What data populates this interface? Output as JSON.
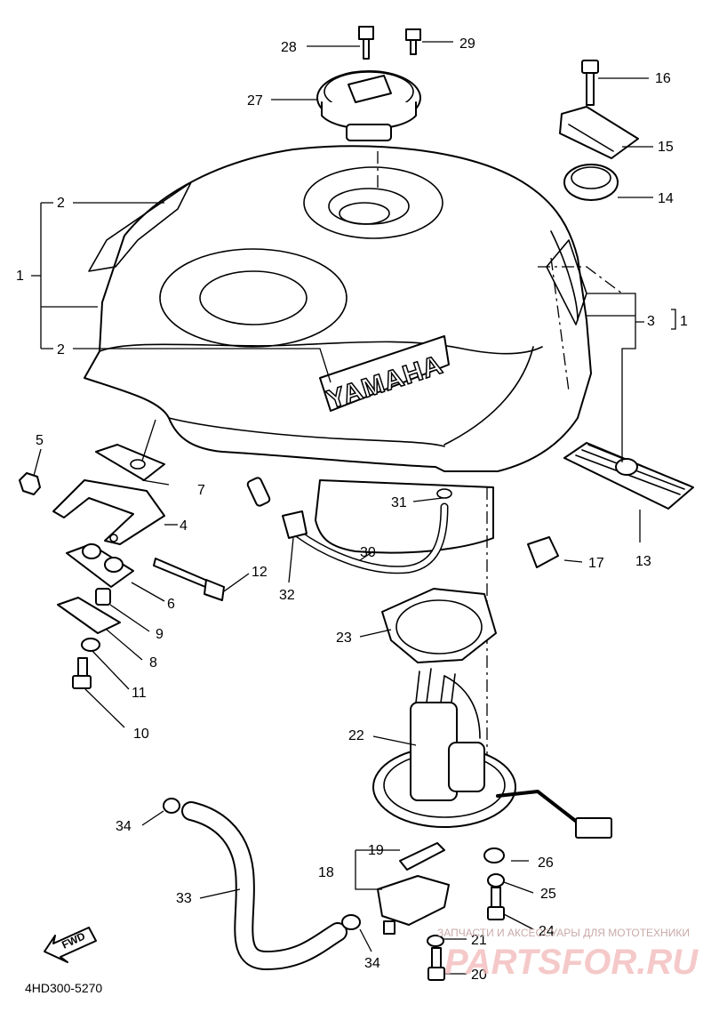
{
  "diagram": {
    "code": "4HD300-5270",
    "tank_emblem": "YAMAHA",
    "forward_arrow": "FWD",
    "callouts": {
      "c1a": "1",
      "c1b": "1",
      "c2a": "2",
      "c2b": "2",
      "c3": "3",
      "c4": "4",
      "c5": "5",
      "c6": "6",
      "c7": "7",
      "c8": "8",
      "c9": "9",
      "c10": "10",
      "c11": "11",
      "c12": "12",
      "c13": "13",
      "c14": "14",
      "c15": "15",
      "c16": "16",
      "c17": "17",
      "c18": "18",
      "c19": "19",
      "c20": "20",
      "c21": "21",
      "c22": "22",
      "c23": "23",
      "c24": "24",
      "c25": "25",
      "c26": "26",
      "c27": "27",
      "c28": "28",
      "c29": "29",
      "c30": "30",
      "c31": "31",
      "c32": "32",
      "c33": "33",
      "c34a": "34",
      "c34b": "34"
    }
  },
  "watermark": {
    "caption": "ЗАПЧАСТИ И АКСЕССУАРЫ ДЛЯ МОТОТЕХНИКИ",
    "brand": "PARTSFOR.RU"
  }
}
